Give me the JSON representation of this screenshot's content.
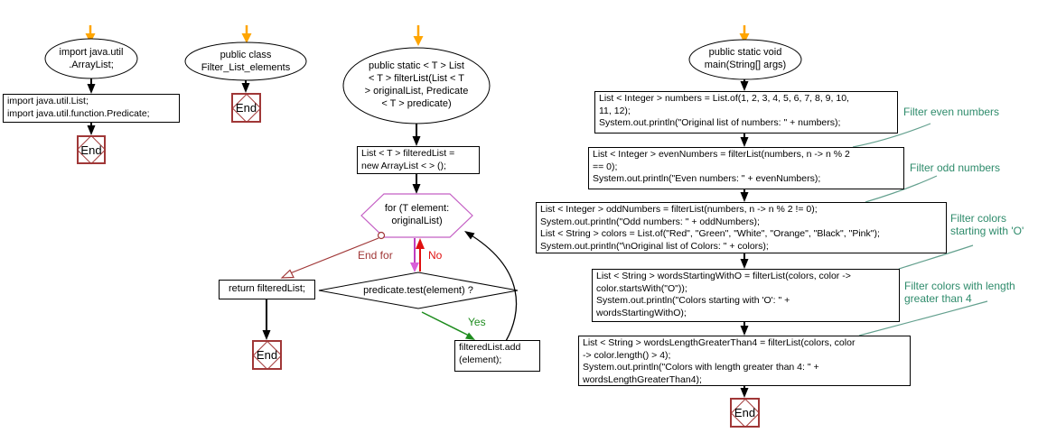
{
  "title": "Flowchart: Filter list elements (Java)",
  "colors": {
    "start_arrow": "#ffa500",
    "end_node": "#a03737",
    "loop_hexagon": "#c45fc4",
    "loop_body_arrow": "#bf3fbf",
    "no_arrow": "#e01010",
    "yes_arrow": "#1e8c1e",
    "end_for": "#a03737",
    "annotation_text": "#2e8b6b",
    "annotation_line": "#63a08e",
    "edge": "#000000"
  },
  "nodes": {
    "end_label": "End",
    "import_start": "import java.util\n.ArrayList;",
    "import_body": "import java.util.List;\nimport java.util.function.Predicate;",
    "class_start": "public class\nFilter_List_elements",
    "filterlist_start": "public static < T > List\n< T > filterList(List < T\n> originalList, Predicate\n< T > predicate)",
    "filterlist_init": "List < T > filteredList =\nnew ArrayList < > ();",
    "for_loop": "for (T element:\noriginalList)",
    "predicate_test": "predicate.test(element) ?",
    "return_stmt": "return filteredList;",
    "add_stmt": "filteredList.add\n(element);",
    "main_start": "public static void\nmain(String[] args)",
    "main_numbers": "List < Integer > numbers = List.of(1, 2, 3, 4, 5, 6, 7, 8, 9, 10,\n11, 12);\nSystem.out.println(\"Original list of numbers: \" + numbers);",
    "main_even": "List < Integer > evenNumbers = filterList(numbers, n -> n % 2\n== 0);\nSystem.out.println(\"Even numbers: \" + evenNumbers);",
    "main_odd_colors": "List < Integer > oddNumbers = filterList(numbers, n -> n % 2 != 0);\nSystem.out.println(\"Odd numbers: \" + oddNumbers);\nList < String > colors = List.of(\"Red\", \"Green\", \"White\", \"Orange\", \"Black\", \"Pink\");\nSystem.out.println(\"\\nOriginal list of Colors: \" + colors);",
    "main_starts_with_o": "List < String > wordsStartingWithO = filterList(colors, color ->\ncolor.startsWith(\"O\"));\nSystem.out.println(\"Colors starting with 'O': \" +\nwordsStartingWithO);",
    "main_length_gt4": "List < String > wordsLengthGreaterThan4 = filterList(colors, color\n-> color.length() > 4);\nSystem.out.println(\"Colors with length greater than 4: \" +\nwordsLengthGreaterThan4);"
  },
  "edge_labels": {
    "end_for": "End for",
    "no": "No",
    "yes": "Yes"
  },
  "annotations": [
    {
      "text": "Filter even numbers"
    },
    {
      "text": "Filter odd numbers"
    },
    {
      "text": "Filter colors\nstarting with 'O'"
    },
    {
      "text": "Filter colors with length\ngreater than 4"
    }
  ]
}
